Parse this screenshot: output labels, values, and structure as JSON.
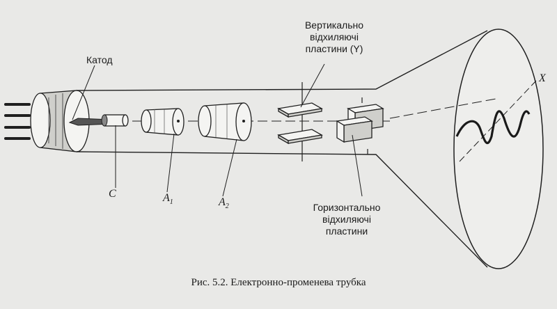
{
  "labels": {
    "cathode": "Катод",
    "grid": "C",
    "anode1_main": "A",
    "anode1_sub": "1",
    "anode2_main": "A",
    "anode2_sub": "2",
    "vertical_plates": "Вертикально\nвідхиляючі\nпластини (Y)",
    "horizontal_plates": "Горизонтально\nвідхиляючі\nпластини",
    "x_axis": "X"
  },
  "caption": "Рис. 5.2. Електронно-променева трубка"
}
